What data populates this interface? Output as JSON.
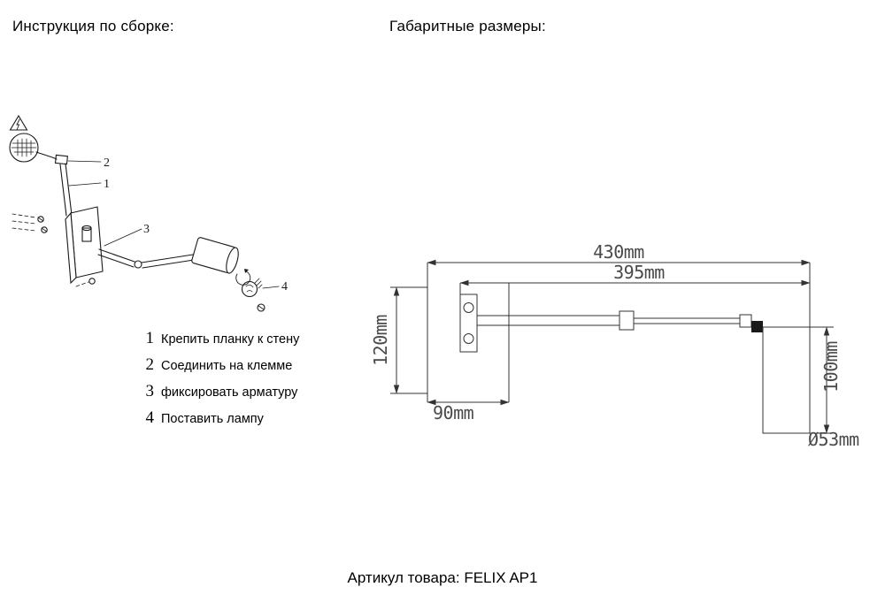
{
  "titles": {
    "assembly": "Инструкция по сборке:",
    "dimensions": "Габаритные размеры:"
  },
  "instructions": [
    {
      "num": "1",
      "text": "Крепить планку к стену"
    },
    {
      "num": "2",
      "text": "Соединить на клемме"
    },
    {
      "num": "3",
      "text": "фиксировать арматуру"
    },
    {
      "num": "4",
      "text": "Поставить лампу"
    }
  ],
  "callouts": {
    "c1": "1",
    "c2": "2",
    "c3": "3",
    "c4": "4"
  },
  "dims": {
    "total_width": "430mm",
    "arm_width": "395mm",
    "plate_height": "120mm",
    "plate_width": "90mm",
    "head_length": "100mm",
    "head_diameter": "Ø53mm"
  },
  "footer": {
    "text": "Артикул товара: FELIX AP1"
  },
  "colors": {
    "line": "#1a1a1a",
    "dim_line": "#333333",
    "dim_text": "#4a4a4a"
  }
}
